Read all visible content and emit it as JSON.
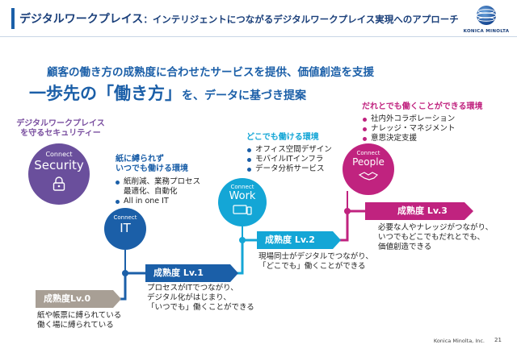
{
  "header": {
    "title_main": "デジタルワークプレイス",
    "title_sep": "：",
    "title_sub": "インテリジェントにつながるデジタルワークプレイス実現へのアプローチ",
    "logo_text": "KONICA MINOLTA",
    "accent_color": "#1b5fa8"
  },
  "headline": {
    "line1": "顧客の働き方の成熟度に合わせたサービスを提供、価値創造を支援",
    "line2_a": "一歩先の「働き方」",
    "line2_b": "を、データに基づき提案"
  },
  "security": {
    "caption": "デジタルワークプレイス\nを守るセキュリティー",
    "connect": "Connect",
    "name": "Security",
    "color": "#6a4f9c",
    "icon": "lock-icon"
  },
  "it": {
    "title": "紙に縛られず\nいつでも働ける環境",
    "bullets": [
      "紙削減、業務プロセス\n最適化、自動化",
      "All in one IT"
    ],
    "connect": "Connect",
    "name": "IT",
    "color": "#1b5fa8"
  },
  "work": {
    "title": "どこでも働ける環境",
    "bullets": [
      "オフィス空間デザイン",
      "モバイルITインフラ",
      "データ分析サービス"
    ],
    "connect": "Connect",
    "name": "Work",
    "color": "#14a6d6",
    "icon": "devices-icon"
  },
  "people": {
    "title": "だれとでも働くことができる環境",
    "bullets": [
      "社内外コラボレーション",
      "ナレッジ・マネジメント",
      "意思決定支援"
    ],
    "connect": "Connect",
    "name": "People",
    "color": "#c0237f",
    "icon": "handshake-icon"
  },
  "levels": [
    {
      "label": "成熟度Lv.0",
      "desc": "紙や帳票に縛られている\n働く場に縛られている",
      "color": "#a89f95"
    },
    {
      "label": "成熟度 Lv.1",
      "desc": "プロセスがITでつながり、\nデジタル化がはじまり、\n「いつでも」働くことができる",
      "color": "#1b5fa8"
    },
    {
      "label": "成熟度 Lv.2",
      "desc": "現場同士がデジタルでつながり、\n「どこでも」働くことができる",
      "color": "#14a6d6"
    },
    {
      "label": "成熟度 Lv.3",
      "desc": "必要な人やナレッジがつながり、\nいつでもどこでもだれとでも、\n価値創造できる",
      "color": "#c0237f"
    }
  ],
  "footer": {
    "company": "Konica Minolta, Inc.",
    "page": "21"
  }
}
